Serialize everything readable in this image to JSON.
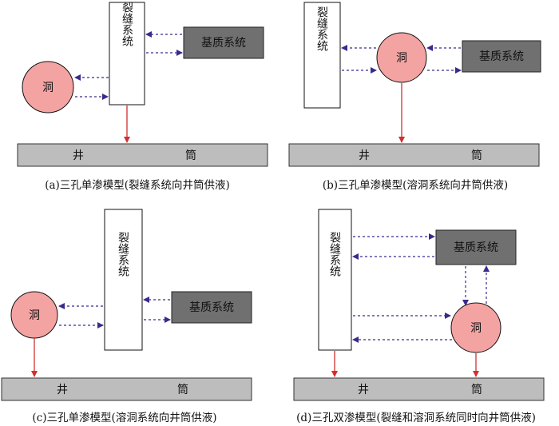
{
  "labels": {
    "fracture": "裂缝系统",
    "matrix": "基质系统",
    "cave": "洞",
    "well_left": "井",
    "well_right": "筒"
  },
  "captions": {
    "a": "(a)三孔单渗模型(裂缝系统向井筒供液)",
    "b": "(b)三孔单渗模型(溶洞系统向井筒供液)",
    "c": "(c)三孔单渗模型(溶洞系统向井筒供液)",
    "d": "(d)三孔双渗模型(裂缝和溶洞系统同时向井筒供液)"
  },
  "colors": {
    "cave_fill": "#f4a3a3",
    "matrix_fill": "#707070",
    "wellbore_fill": "#bdbdbd",
    "flow_to_well": "#d32f2f",
    "interflow": "#3a2a8c"
  }
}
